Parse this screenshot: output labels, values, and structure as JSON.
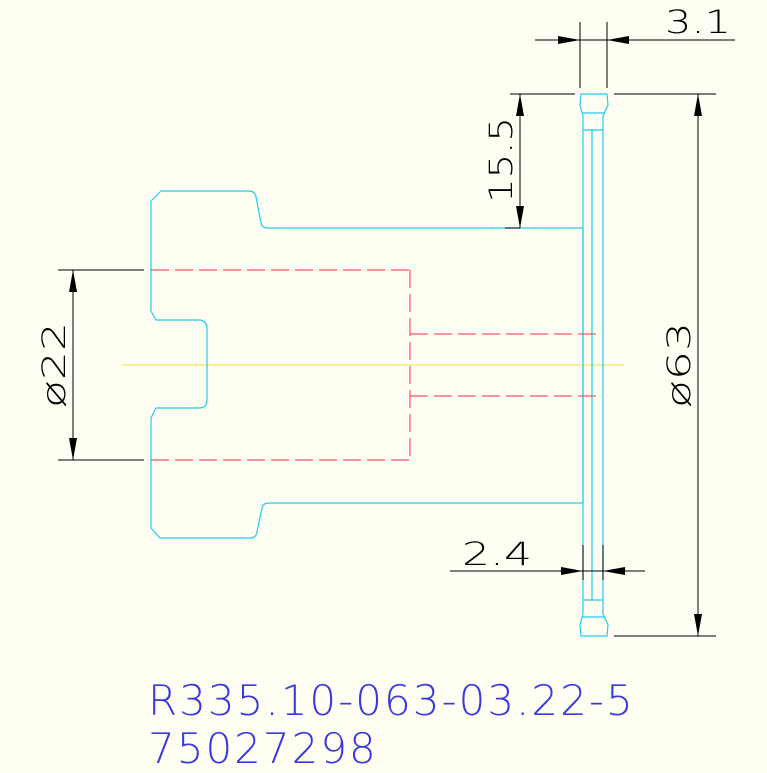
{
  "colors": {
    "background": "#fefef2",
    "outline": "#22ccee",
    "hidden_lines": "#ee3344",
    "centerline": "#eedd44",
    "dimension": "#000000",
    "caption": "#3838e0"
  },
  "dimensions": {
    "width_top": "3.1",
    "depth": "15.5",
    "bore_diameter": "ø22",
    "outer_diameter": "ø63",
    "width_bottom": "2.4"
  },
  "caption": {
    "part_number": "R335.10-063-03.22-5",
    "order_number": "75027298"
  }
}
